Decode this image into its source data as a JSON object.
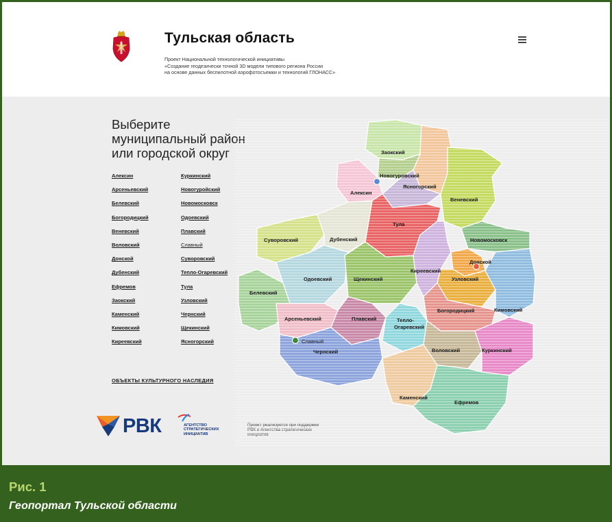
{
  "header": {
    "title": "Тульская область",
    "subtitle": [
      "Проект Национальной технологической инициативы",
      "«Создание геодезически точной 3D модели типового региона России",
      "на основе данных беспилотной аэрофотосъемки и технологий ГЛОНАСС»"
    ]
  },
  "main": {
    "heading": [
      "Выберите",
      "муниципальный район",
      "или городской округ"
    ],
    "districts_col1": [
      "Алексин",
      "Арсеньевский",
      "Белевский",
      "Богородицкий",
      "Веневский",
      "Воловский",
      "Донской",
      "Дубенский",
      "Ефремов",
      "Заокский",
      "Каменский",
      "Кимовский",
      "Киреевский"
    ],
    "districts_col2": [
      "Куркинский",
      "Новогуройский",
      "Новомосковск",
      "Одоевский",
      "Плавский",
      "Славный",
      "Суворовский",
      "Тепло-Огаревский",
      "Тула",
      "Узловский",
      "Чернский",
      "Щекинский",
      "Ясногорский"
    ],
    "heritage_link": "ОБЪЕКТЫ КУЛЬТУРНОГО НАСЛЕДИЯ"
  },
  "footer": {
    "rvk_logo": "РВК",
    "asi_logo": [
      "АГЕНТСТВО",
      "СТРАТЕГИЧЕСКИХ",
      "ИНИЦИАТИВ"
    ],
    "support_text": [
      "Проект реализуется при поддержке",
      "РВК и Агентства стратегических",
      "инициатив"
    ]
  },
  "map": {
    "labels": {
      "zaoksky": "Заокский",
      "novogurovsky": "Новогуровский",
      "yasnogorsky": "Ясногорский",
      "aleksin": "Алексин",
      "venevsky": "Веневский",
      "tula": "Тула",
      "novomoskovsk": "Новомосковск",
      "suvorovsky": "Суворовский",
      "dubensky": "Дубенский",
      "donskoy": "Донской",
      "uzlovsky": "Узловский",
      "odoevsky": "Одоевский",
      "shchekinsky": "Щекинский",
      "kireevsky": "Киреевский",
      "belevsky": "Белевский",
      "bogoroditsky": "Богородицкий",
      "kimovsky": "Кимовский",
      "arsenyevsky": "Арсеньевский",
      "plavsky": "Плавский",
      "teplo": [
        "Тепло-",
        "Огаревский"
      ],
      "chernsky": "Чернский",
      "volovsky": "Воловский",
      "kurkinsky": "Куркинский",
      "kamensky": "Каменский",
      "efremov": "Ефремов",
      "slavny": "Славный"
    }
  },
  "caption": {
    "figure": "Рис. 1",
    "text": "Геопортал Тульской области"
  },
  "colors": {
    "frame": "#35611f",
    "figure_number": "#b8d770",
    "map_background": "#ededed",
    "rvk_blue": "#173a7d",
    "rvk_orange": "#f39322",
    "emblem_red": "#c8102e"
  }
}
